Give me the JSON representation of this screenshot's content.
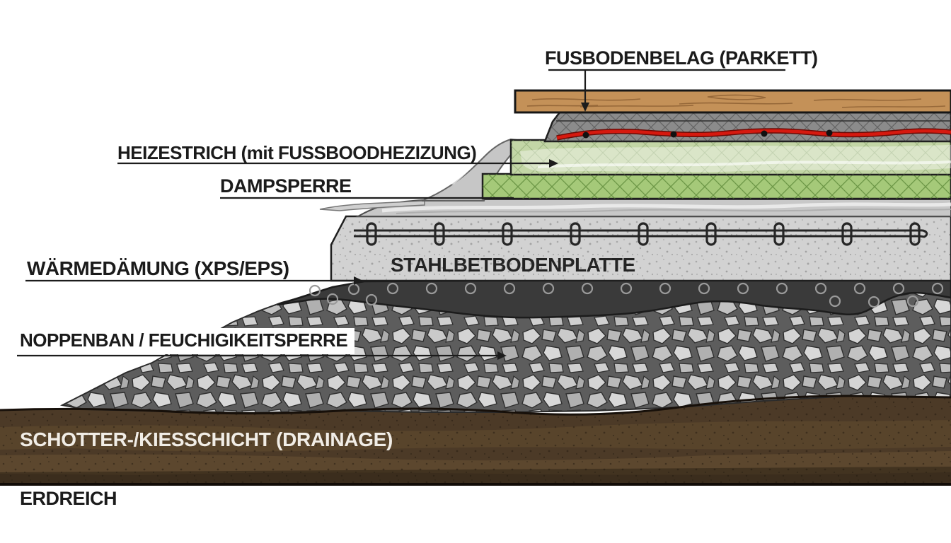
{
  "diagram": {
    "labels": {
      "flooring": "FUSBODENBELAG (PARKETT)",
      "heating_screed": "HEIZESTRICH (mit FUSSBOODHEZIZUNG)",
      "vapor_barrier": "DAMPSPERRE",
      "insulation": "WÄRMEDÄMUNG (XPS/EPS)",
      "concrete_slab": "STAHLBETBODENPLATTE",
      "dimple_membrane": "NOPPENBAN / FEUCHIGIKEITSPERRE",
      "drainage": "SCHOTTER-/KIESSCHICHT (DRAINAGE)",
      "soil": "ERDREICH"
    },
    "colors": {
      "wood": "#c49158",
      "wood_grain": "#8f6134",
      "screed_gray": "#8b8b8b",
      "heating_pipe_red": "#d6190f",
      "insulation_light_green": "#c3d6a6",
      "insulation_bright_green": "#a5c979",
      "foil_gray": "#c8c8c8",
      "concrete_gray": "#d2d2d2",
      "membrane_dark": "#3a3a3a",
      "gravel_dark": "#5d5d5d",
      "soil_brown": "#4c3a27",
      "text_dark": "#1b1b1b",
      "text_light": "#f1ede6"
    }
  }
}
